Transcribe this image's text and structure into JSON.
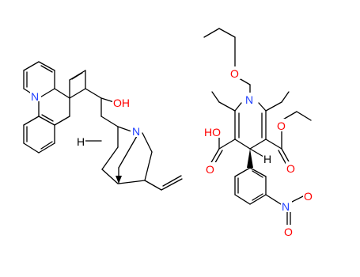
{
  "scene": {
    "description_visible_text": [],
    "colors": {
      "bond": "#000000",
      "nitrogen": "#1f3fff",
      "oxygen": "#ff0000",
      "hydrogen": "#000000"
    }
  },
  "left_molecule": {
    "labels": {
      "quinoline_n": "N",
      "hydroxyl": "OH",
      "h_stereo": "H",
      "bridge_n": "N"
    }
  },
  "right_molecule": {
    "labels": {
      "ether_o": "O",
      "ring_n": "N",
      "acid_ho": "HO",
      "acid_o": "O",
      "ester_o_single": "O",
      "ester_o_double": "O",
      "h_stereo": "H",
      "nitro_n": "N",
      "nitro_o1": "O",
      "nitro_o2": "O"
    }
  }
}
